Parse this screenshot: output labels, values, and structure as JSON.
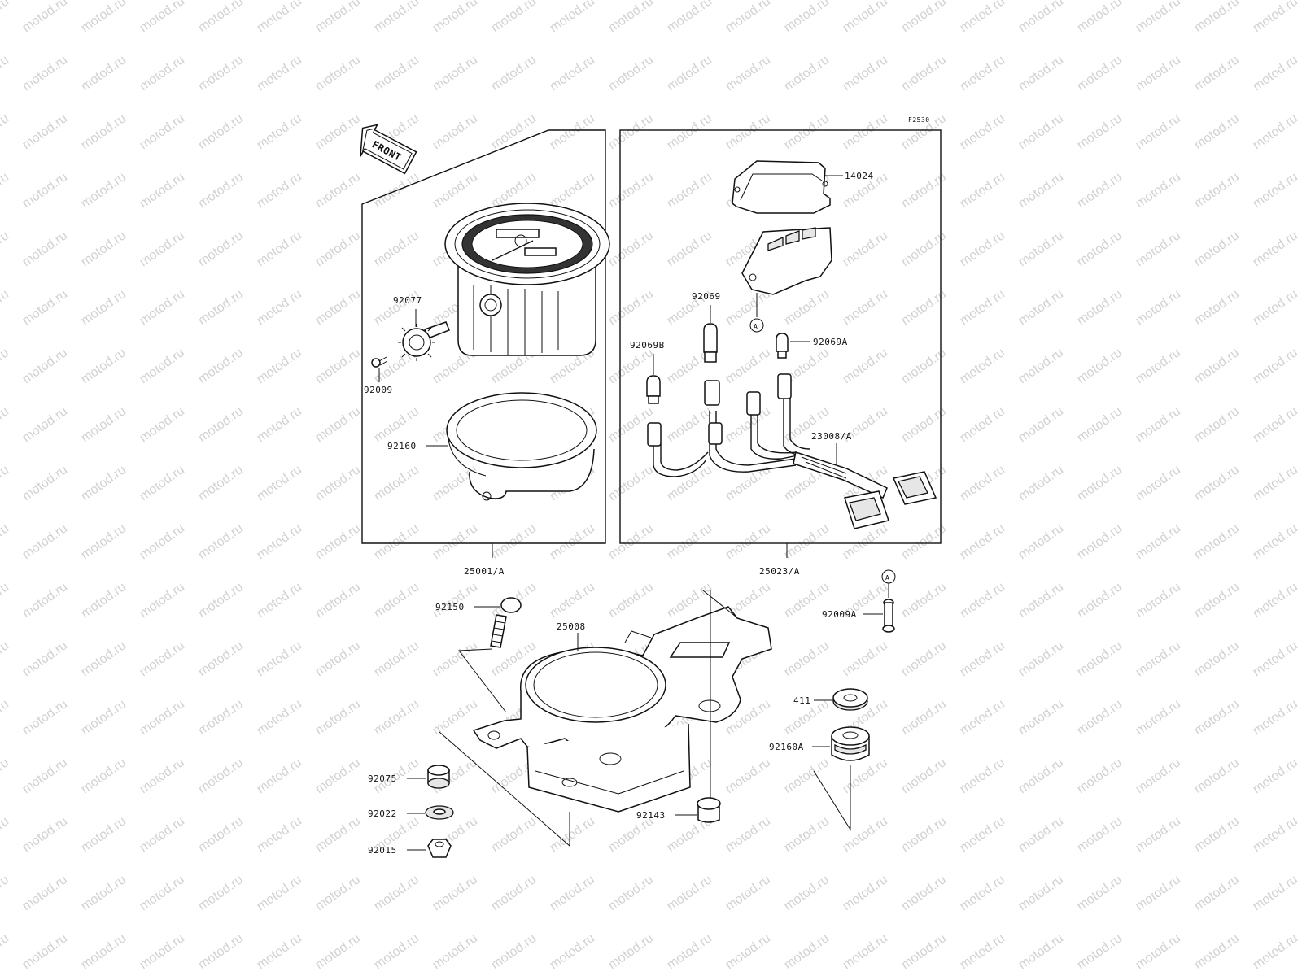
{
  "diagram_code": "F2530",
  "front_arrow": "FRONT",
  "watermark": "motod.ru",
  "callout_circle": "A",
  "parts": {
    "p14024": "14024",
    "p92069": "92069",
    "p92069B": "92069B",
    "p92069A": "92069A",
    "p23008A": "23008/A",
    "p92077": "92077",
    "p92009": "92009",
    "p92160": "92160",
    "p25001A": "25001/A",
    "p25023A": "25023/A",
    "p92150": "92150",
    "p25008": "25008",
    "p92009A": "92009A",
    "p411": "411",
    "p92160A": "92160A",
    "p92075": "92075",
    "p92022": "92022",
    "p92015": "92015",
    "p92143": "92143"
  }
}
